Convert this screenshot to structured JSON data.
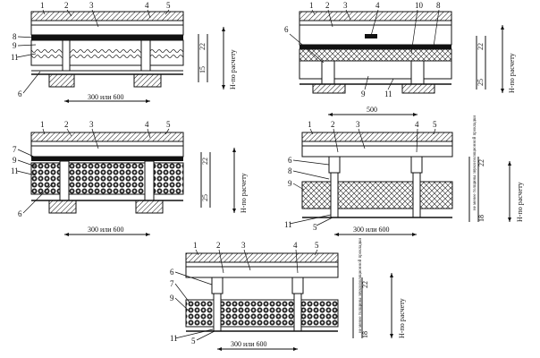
{
  "diagrams": [
    {
      "callouts": [
        "1",
        "2",
        "3",
        "4",
        "5",
        "8",
        "9",
        "11",
        "6"
      ],
      "span_label": "300 или 600",
      "dim_right_top": "22",
      "dim_right_mid": "15",
      "height_label": "Н-по расчету"
    },
    {
      "callouts": [
        "1",
        "2",
        "3",
        "4",
        "10",
        "8",
        "6",
        "9",
        "11"
      ],
      "span_label": "500",
      "dim_right_top": "22",
      "dim_right_mid": "25",
      "height_label": "Н-по расчету"
    },
    {
      "callouts": [
        "1",
        "2",
        "3",
        "4",
        "5",
        "7",
        "9",
        "11",
        "6"
      ],
      "span_label": "300 или 600",
      "dim_right_top": "22",
      "dim_right_mid": "25",
      "height_label": "Н-по расчету"
    },
    {
      "callouts": [
        "1",
        "2",
        "3",
        "4",
        "5",
        "6",
        "8",
        "9",
        "11",
        "5"
      ],
      "span_label": "300 или 600",
      "dim_right_top": "22",
      "dim_right_mid": "18",
      "height_label": "Н-по расчету",
      "inner_note": "не менее толщины звукоизоляционной прокладки"
    },
    {
      "callouts": [
        "1",
        "2",
        "3",
        "4",
        "5",
        "6",
        "7",
        "9",
        "11",
        "5"
      ],
      "span_label": "300 или 600",
      "dim_right_top": "22",
      "dim_right_mid": "18",
      "height_label": "Н-по расчету",
      "inner_note": "не менее толщины звукоизоляционной прокладки"
    }
  ]
}
